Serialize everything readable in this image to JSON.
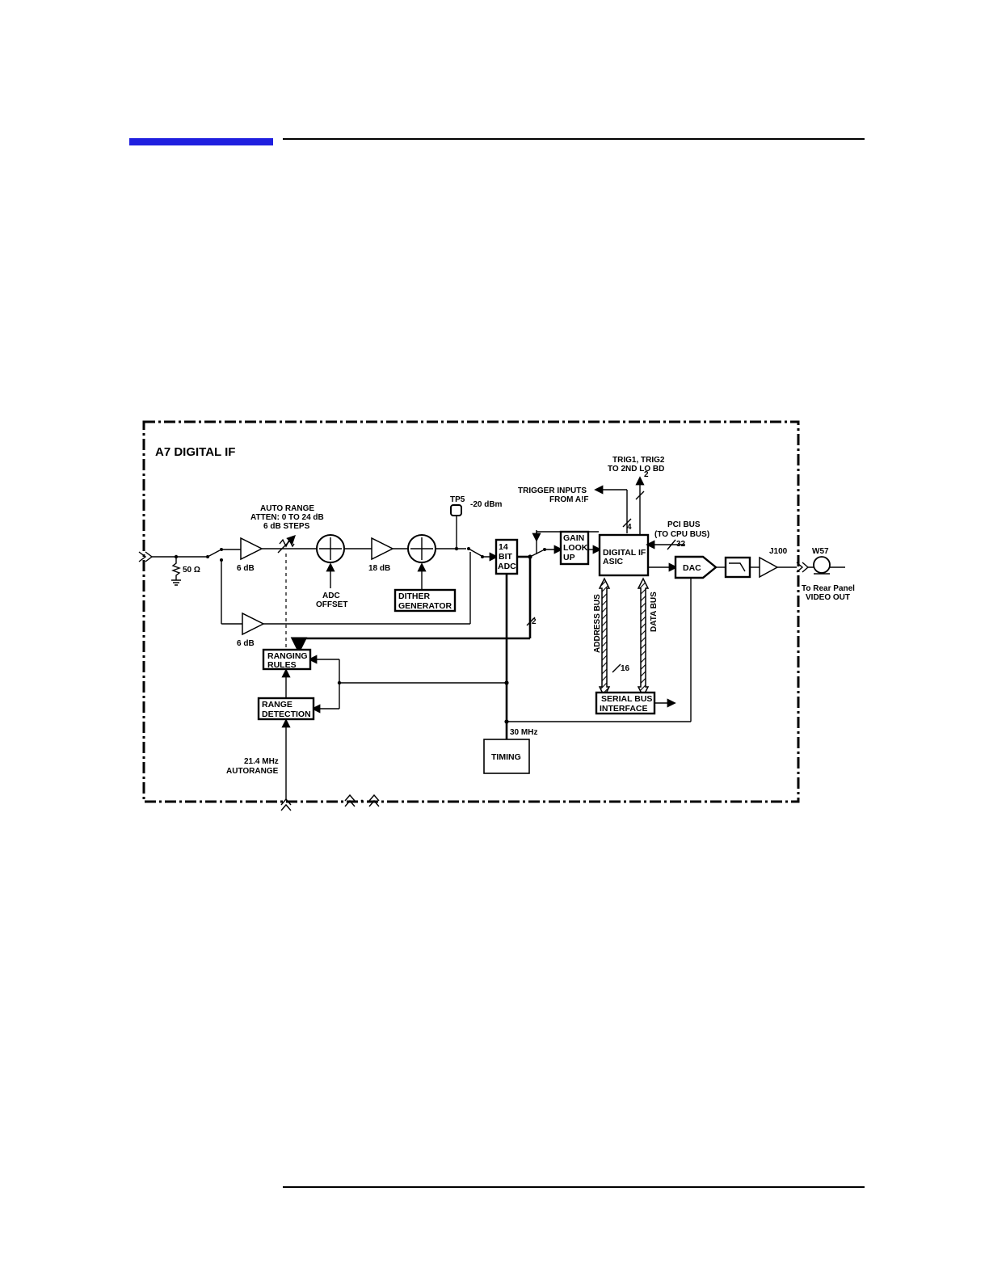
{
  "page": {
    "accent_color": "#1f1fdf",
    "rule_color": "#000000"
  },
  "diagram": {
    "title": "A7 DIGITAL IF",
    "labels": {
      "ohm50": "50 Ω",
      "gain1": "6 dB",
      "gain2": "6 dB",
      "gain3": "18 dB",
      "auto_range_1": "AUTO RANGE",
      "auto_range_2": "ATTEN: 0 TO 24 dB",
      "auto_range_3": "6 dB STEPS",
      "adc_offset_1": "ADC",
      "adc_offset_2": "OFFSET",
      "tp5": "TP5",
      "dbm": "-20 dBm",
      "trig_1": "TRIG1, TRIG2",
      "trig_2": "TO 2ND LO BD",
      "trigger_in_1": "TRIGGER INPUTS",
      "trigger_in_2": "FROM A!F",
      "pci_1": "PCI BUS",
      "pci_2": "(TO CPU BUS)",
      "j100": "J100",
      "w57": "W57",
      "rear_1": "To Rear Panel",
      "rear_2": "VIDEO OUT",
      "address_bus": "ADDRESS BUS",
      "data_bus": "DATA BUS",
      "bus_width_16": "16",
      "w4": "4",
      "w2a": "2",
      "w2b": "2",
      "w32": "32",
      "mhz30": "30 MHz",
      "autorange_1": "21.4 MHz",
      "autorange_2": "AUTORANGE"
    },
    "blocks": {
      "adc_1": "14",
      "adc_2": "BIT",
      "adc_3": "ADC",
      "gain_lookup_1": "GAIN",
      "gain_lookup_2": "LOOK",
      "gain_lookup_3": "UP",
      "asic_1": "DIGITAL IF",
      "asic_2": "ASIC",
      "dac": "DAC",
      "dither_1": "DITHER",
      "dither_2": "GENERATOR",
      "ranging_1": "RANGING",
      "ranging_2": "RULES",
      "range_det_1": "RANGE",
      "range_det_2": "DETECTION",
      "serial_1": "SERIAL BUS",
      "serial_2": "INTERFACE",
      "timing": "TIMING"
    }
  }
}
